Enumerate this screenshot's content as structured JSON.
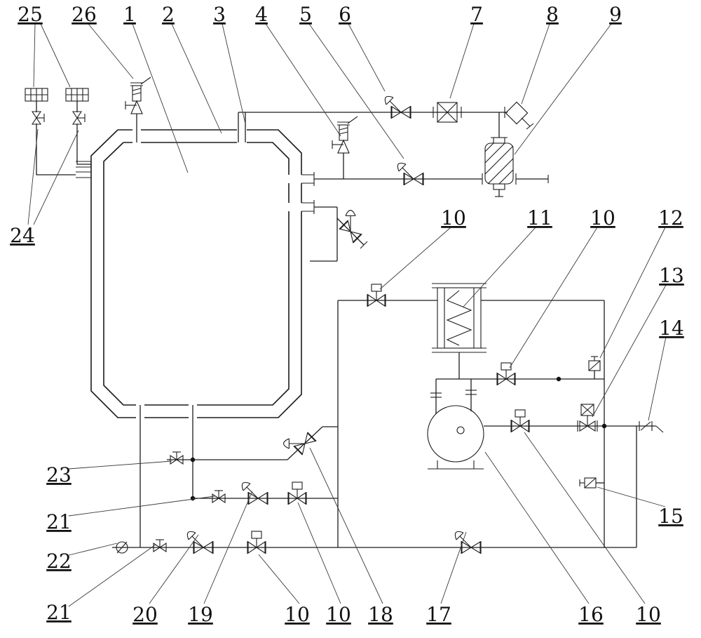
{
  "figure": {
    "background": "#ffffff",
    "ink": "#1c1c1c",
    "labels": [
      {
        "text": "25"
      },
      {
        "text": "26"
      },
      {
        "text": "1"
      },
      {
        "text": "2"
      },
      {
        "text": "3"
      },
      {
        "text": "4"
      },
      {
        "text": "5"
      },
      {
        "text": "6"
      },
      {
        "text": "7"
      },
      {
        "text": "8"
      },
      {
        "text": "9"
      },
      {
        "text": "10"
      },
      {
        "text": "11"
      },
      {
        "text": "10"
      },
      {
        "text": "12"
      },
      {
        "text": "13"
      },
      {
        "text": "14"
      },
      {
        "text": "15"
      },
      {
        "text": "24"
      },
      {
        "text": "23"
      },
      {
        "text": "21"
      },
      {
        "text": "22"
      },
      {
        "text": "21"
      },
      {
        "text": "20"
      },
      {
        "text": "19"
      },
      {
        "text": "10"
      },
      {
        "text": "10"
      },
      {
        "text": "18"
      },
      {
        "text": "17"
      },
      {
        "text": "16"
      },
      {
        "text": "10"
      }
    ]
  }
}
